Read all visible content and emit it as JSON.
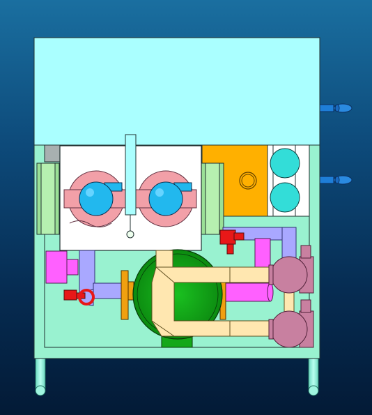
{
  "scene": {
    "type": "cad-3d-model-front-view",
    "colors": {
      "background_top": "#1a6fa0",
      "background_bottom": "#031a36",
      "cabinet_upper": "#aaffff",
      "cabinet_lower": "#99f2d0",
      "frame_green": "#b6f0b0",
      "box_white": "#ffffff",
      "disc_pink": "#f2a0a8",
      "valve_cyan": "#22b8ee",
      "orange_block": "#ffb000",
      "pipe_lavender": "#a9a8ff",
      "pipe_magenta": "#ff60ff",
      "pipe_cream": "#ffe7b0",
      "pump_green": "#15a81a",
      "flange_orange": "#f0a010",
      "motor_mauve": "#c880a0",
      "valve_red": "#e81818",
      "fitting_blue": "#1e7ed8",
      "legs": "#8ff0d8"
    },
    "icons": [
      "cabinet-upper-panel",
      "cabinet-lower-frame",
      "center-valve-box",
      "left-disc-valve",
      "right-disc-valve",
      "vertical-handle",
      "left-side-flange",
      "right-side-flange",
      "orange-control-block",
      "filter-box",
      "cyan-filter-top",
      "cyan-filter-bottom",
      "pump-green",
      "pipe-cream-y",
      "pipe-lavender",
      "pipe-magenta",
      "motor-top",
      "motor-bottom",
      "red-valve-right",
      "red-valve-left",
      "magenta-box-left",
      "blue-fitting-top",
      "blue-fitting-mid",
      "leg-left",
      "leg-right"
    ]
  }
}
